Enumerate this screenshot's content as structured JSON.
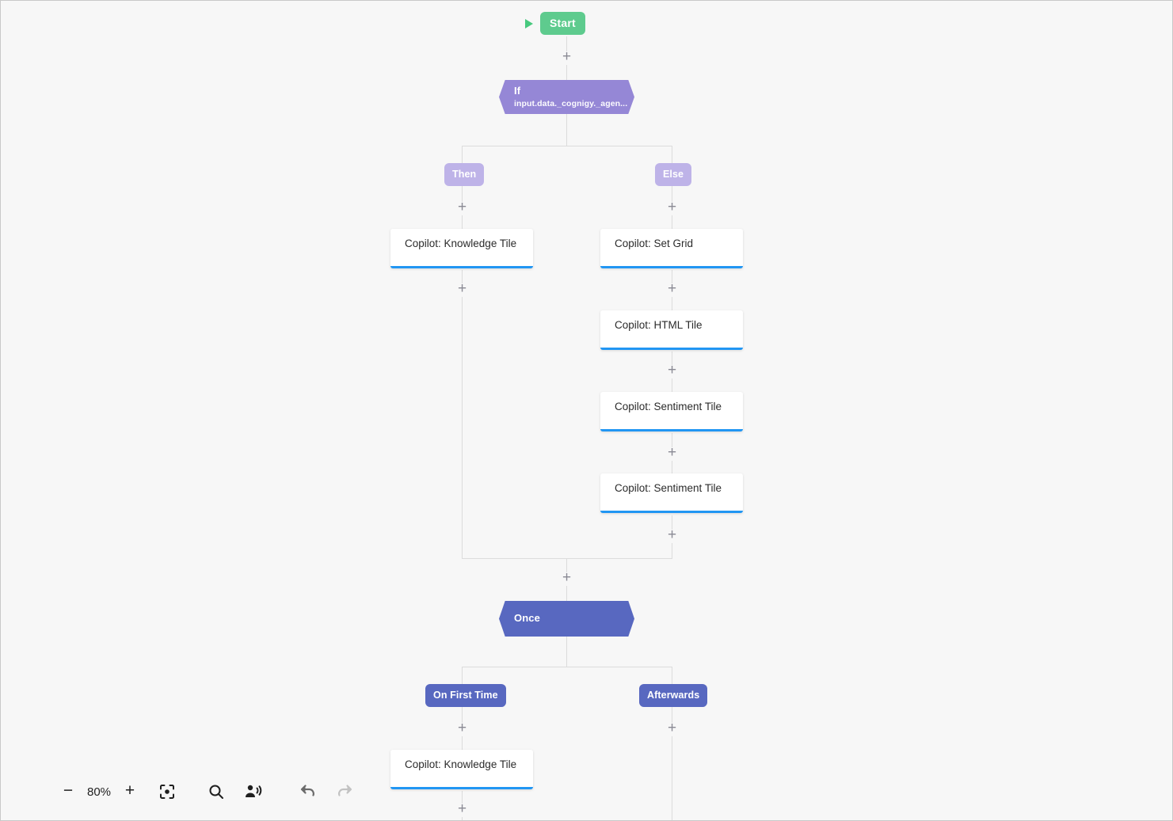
{
  "canvas": {
    "background_color": "#f7f7f7",
    "connector_color": "#dcdcdc"
  },
  "flow": {
    "start": {
      "play_icon": "play-icon",
      "label": "Start",
      "color": "#5ecb8e"
    },
    "if_node": {
      "title": "If",
      "condition": "input.data._cognigy._agen...",
      "color": "#9587d6",
      "branches": [
        {
          "label": "Then",
          "color": "#beb3e8"
        },
        {
          "label": "Else",
          "color": "#beb3e8"
        }
      ]
    },
    "then_nodes": [
      {
        "label": "Copilot: Knowledge Tile",
        "accent": "#2196f3"
      }
    ],
    "else_nodes": [
      {
        "label": "Copilot: Set Grid",
        "accent": "#2196f3"
      },
      {
        "label": "Copilot: HTML Tile",
        "accent": "#2196f3"
      },
      {
        "label": "Copilot: Sentiment Tile",
        "accent": "#2196f3"
      },
      {
        "label": "Copilot: Sentiment Tile",
        "accent": "#2196f3"
      }
    ],
    "once_node": {
      "title": "Once",
      "color": "#5868c0",
      "branches": [
        {
          "label": "On First Time",
          "color": "#5868c0"
        },
        {
          "label": "Afterwards",
          "color": "#5868c0"
        }
      ]
    },
    "on_first_time_nodes": [
      {
        "label": "Copilot: Knowledge Tile",
        "accent": "#2196f3"
      }
    ],
    "afterwards_nodes": [],
    "add_handle_label": "+"
  },
  "toolbar": {
    "zoom_out_label": "−",
    "zoom_level": "80%",
    "zoom_in_label": "+",
    "fit_view_icon": "center-focus-icon",
    "search_icon": "search-icon",
    "voice_icon": "person-speaking-icon",
    "undo_icon": "undo-icon",
    "redo_icon": "redo-icon"
  }
}
